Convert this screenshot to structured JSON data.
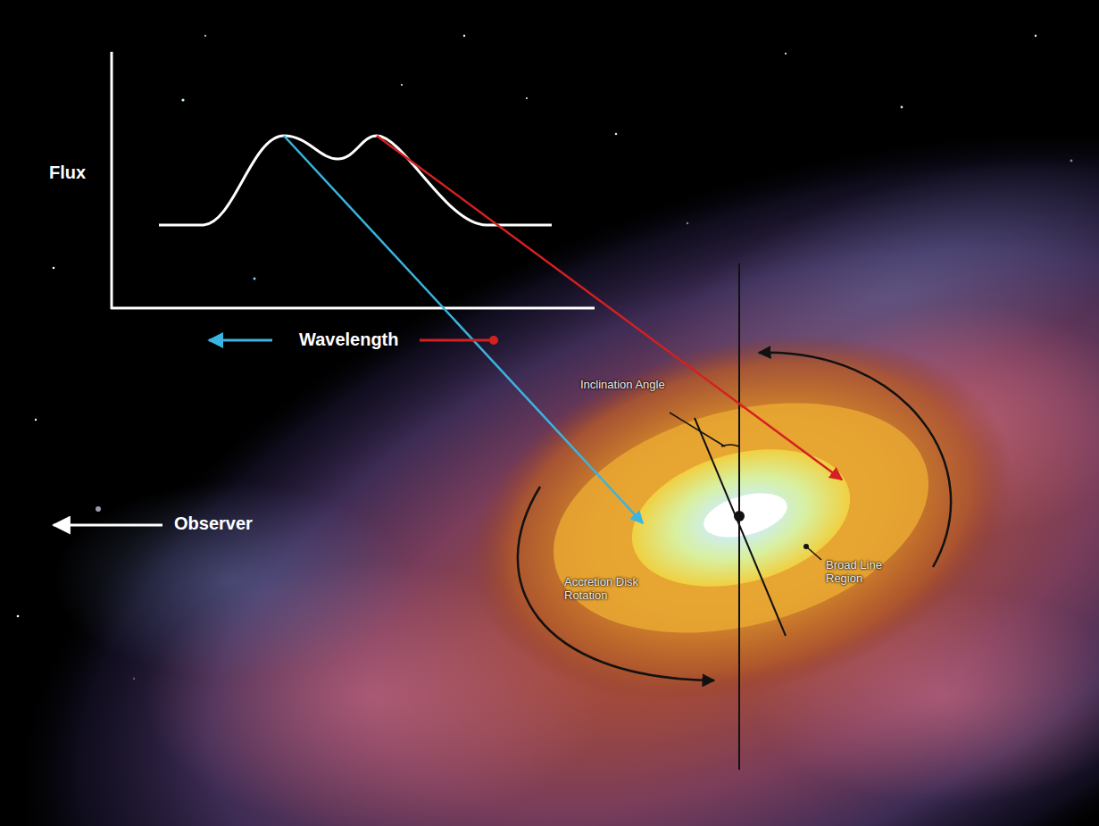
{
  "diagram": {
    "labels": [
      "Flux",
      "Wavelength",
      "Observer",
      "Inclination Angle",
      "Broad Line Region",
      "Accretion Disk Rotation"
    ]
  }
}
